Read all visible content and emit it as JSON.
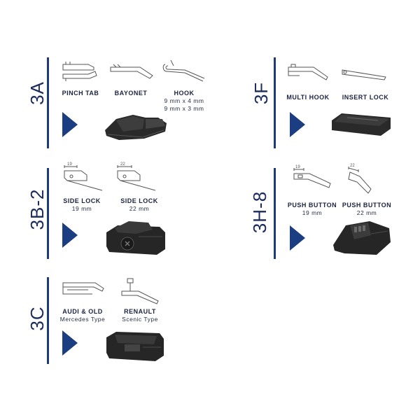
{
  "colors": {
    "accent": "#1b3d82",
    "text": "#1c2340",
    "adapter": "#1e1e1e"
  },
  "groups": [
    {
      "code": "3A",
      "adapters": [
        {
          "title": "PINCH TAB",
          "sub": "",
          "icon": "pinch-tab-icon"
        },
        {
          "title": "BAYONET",
          "sub": "",
          "icon": "bayonet-icon"
        },
        {
          "title": "HOOK",
          "sub": "9 mm x 4 mm",
          "sub2": "9 mm x 3 mm",
          "icon": "hook-icon"
        }
      ]
    },
    {
      "code": "3F",
      "adapters": [
        {
          "title": "MULTI HOOK",
          "sub": "",
          "icon": "multi-hook-icon"
        },
        {
          "title": "INSERT LOCK",
          "sub": "",
          "icon": "insert-lock-icon"
        }
      ]
    },
    {
      "code": "3B-2",
      "adapters": [
        {
          "title": "SIDE LOCK",
          "sub": "19 mm",
          "icon": "side-lock-icon",
          "dim": "19"
        },
        {
          "title": "SIDE LOCK",
          "sub": "22 mm",
          "icon": "side-lock-icon",
          "dim": "22"
        }
      ]
    },
    {
      "code": "3H-8",
      "adapters": [
        {
          "title": "PUSH BUTTON",
          "sub": "19 mm",
          "icon": "push-button-icon",
          "dim": "19"
        },
        {
          "title": "PUSH BUTTON",
          "sub": "22 mm",
          "icon": "push-button-icon",
          "dim": "22"
        }
      ]
    },
    {
      "code": "3C",
      "adapters": [
        {
          "title": "AUDI & OLD",
          "sub": "Mercedes Type",
          "icon": "audi-old-icon"
        },
        {
          "title": "RENAULT",
          "sub": "Scenic Type",
          "icon": "renault-icon"
        }
      ]
    }
  ]
}
